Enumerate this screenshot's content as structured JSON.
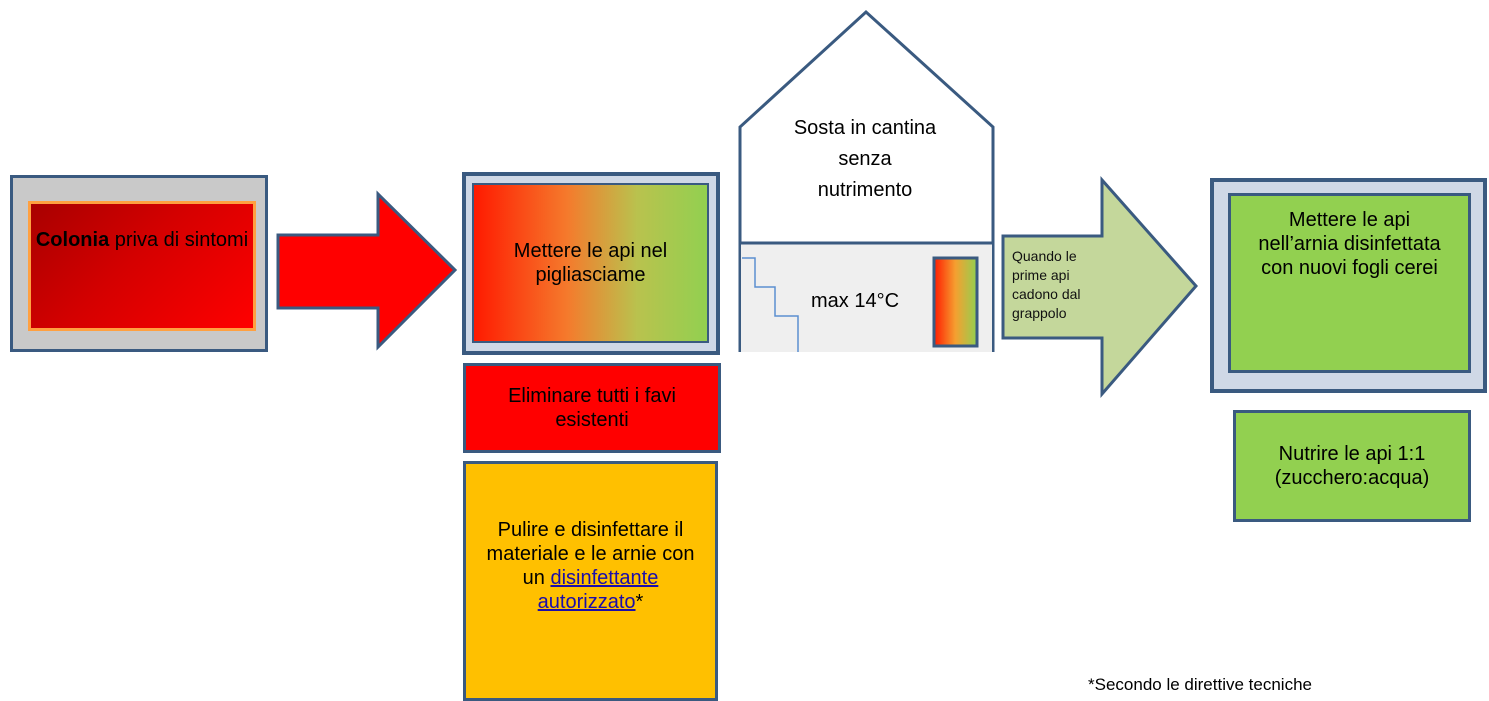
{
  "steps": {
    "colonia": {
      "bold": "Colonia",
      "rest": " priva di sintomi"
    },
    "pigliasciame": {
      "label": "Mettere le api nel pigliasciame"
    },
    "eliminare": {
      "label": "Eliminare tutti i favi esistenti"
    },
    "pulire": {
      "label": "Pulire e disinfettare il materiale e le arnie con un",
      "link": "disinfettante autorizzato",
      "suffix": "*"
    },
    "cantina": {
      "line1": "Sosta in cantina",
      "line2": "senza",
      "line3": "nutrimento",
      "temp": "max 14°C"
    },
    "condizione": {
      "label": "Quando le prime api cadono dal grappolo"
    },
    "arnia": {
      "label": "Mettere le api nell’arnia disinfettata con nuovi fogli cerei"
    },
    "nutrire": {
      "label": "Nutrire le api 1:1 (zucchero:acqua)"
    }
  },
  "footnote": "*Secondo le direttive tecniche",
  "colors": {
    "red": "#ff0000",
    "green": "#92d050",
    "orange": "#ffc000",
    "light_green_arrow": "#c4d79b",
    "border_blue": "#3a5a80"
  }
}
